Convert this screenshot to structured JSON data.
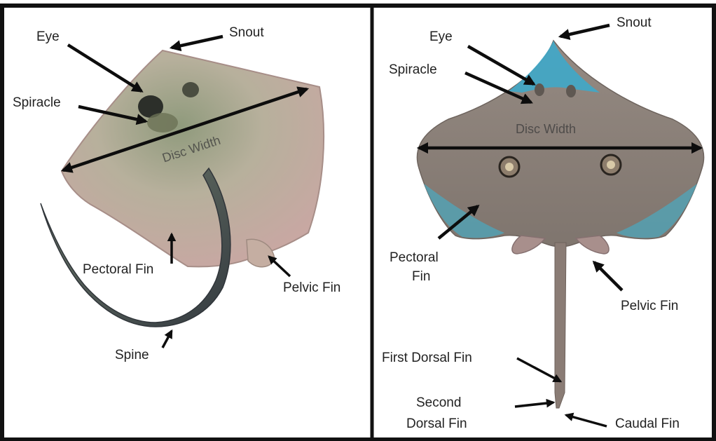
{
  "left_panel": {
    "labels": {
      "eye": "Eye",
      "snout": "Snout",
      "spiracle": "Spiracle",
      "disc_width": "Disc Width",
      "pectoral_fin": "Pectoral Fin",
      "pelvic_fin": "Pelvic Fin",
      "spine": "Spine"
    }
  },
  "right_panel": {
    "labels": {
      "eye": "Eye",
      "snout": "Snout",
      "spiracle": "Spiracle",
      "disc_width": "Disc Width",
      "pectoral_fin_line1": "Pectoral",
      "pectoral_fin_line2": "Fin",
      "pelvic_fin": "Pelvic Fin",
      "first_dorsal_fin": "First Dorsal Fin",
      "second_dorsal_fin_line1": "Second",
      "second_dorsal_fin_line2": "Dorsal Fin",
      "caudal_fin": "Caudal Fin"
    }
  },
  "colors": {
    "frame": "#111111",
    "stingray_body": "#b9a79a",
    "stingray_center": "#8f9a7c",
    "skate_body": "#8c8078",
    "skate_snout": "#3fa9c9",
    "skate_fin_edge": "#4aa9c0",
    "tail": "#4a4f55"
  }
}
